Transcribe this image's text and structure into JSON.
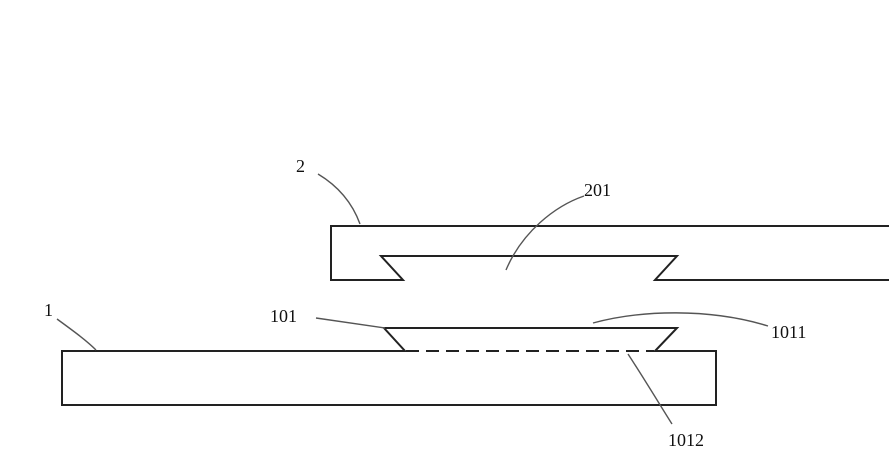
{
  "labels": {
    "part_1": "1",
    "part_2": "2",
    "groove_201": "201",
    "protrusion_101": "101",
    "surface_1011": "1011",
    "surface_1012": "1012"
  },
  "colors": {
    "line": "#222222",
    "leader": "#555555",
    "background": "#ffffff"
  }
}
